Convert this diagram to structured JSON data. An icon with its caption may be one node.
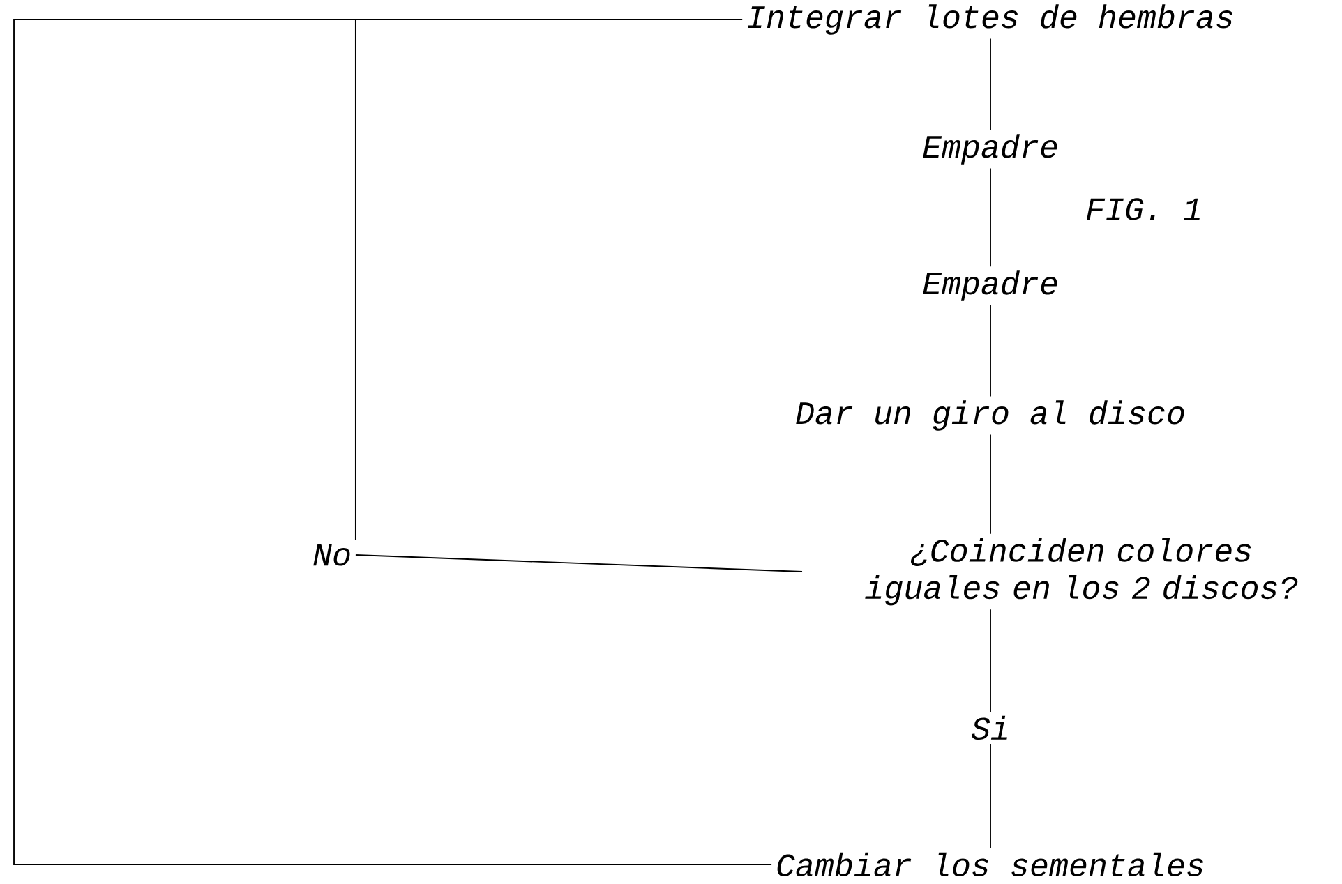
{
  "diagram": {
    "nodes": [
      {
        "text": [
          "Integrar lotes de hembras"
        ]
      },
      {
        "text": [
          "Empadre"
        ]
      },
      {
        "text": [
          "Empadre"
        ]
      },
      {
        "text": [
          "Dar un giro al disco"
        ]
      },
      {
        "text": [
          "¿Coinciden colores iguales en los 2 discos?"
        ]
      },
      {
        "text": [
          "No"
        ]
      },
      {
        "text": [
          "Si"
        ]
      },
      {
        "text": [
          "Cambiar los sementales"
        ]
      }
    ],
    "edges": [
      {
        "from": 0,
        "to": 1,
        "arrow": "none"
      },
      {
        "from": 1,
        "to": 2,
        "arrow": "none"
      },
      {
        "from": 2,
        "to": 3,
        "arrow": "none"
      },
      {
        "from": 3,
        "to": 4,
        "arrow": "none"
      },
      {
        "from": 4,
        "to": 5,
        "arrow": "none"
      },
      {
        "from": 5,
        "to": 0,
        "arrow": "none"
      },
      {
        "from": 4,
        "to": 6,
        "arrow": "none"
      },
      {
        "from": 6,
        "to": 7,
        "arrow": "none"
      },
      {
        "from": 7,
        "to": 0,
        "arrow": "none"
      }
    ],
    "labels": [
      "FIG. 1"
    ]
  }
}
